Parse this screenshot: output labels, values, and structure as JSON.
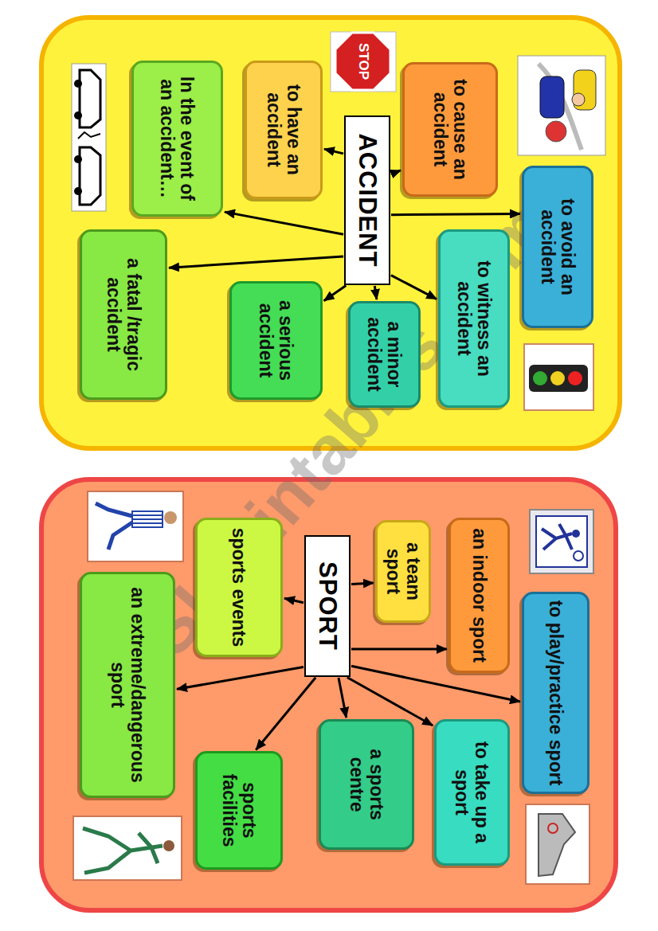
{
  "diagram": {
    "nodes": [
      {
        "text": [
          "ACCIDENT"
        ]
      },
      {
        "text": [
          "to cause an accident"
        ]
      },
      {
        "text": [
          "to have an accident"
        ]
      },
      {
        "text": [
          "In the event of an accident…"
        ]
      },
      {
        "text": [
          "a fatal /tragic accident"
        ]
      },
      {
        "text": [
          "a serious accident"
        ]
      },
      {
        "text": [
          "a minor accident"
        ]
      },
      {
        "text": [
          "to witness an accident"
        ]
      },
      {
        "text": [
          "to avoid an accident"
        ]
      },
      {
        "text": [
          "SPORT"
        ]
      },
      {
        "text": [
          "a team sport"
        ]
      },
      {
        "text": [
          "an indoor sport"
        ]
      },
      {
        "text": [
          "to play/practice sport"
        ]
      },
      {
        "text": [
          "to take up a sport"
        ]
      },
      {
        "text": [
          "a sports centre"
        ]
      },
      {
        "text": [
          "sports facilities"
        ]
      },
      {
        "text": [
          "an extreme/dangerous sport"
        ]
      },
      {
        "text": [
          "sports events"
        ]
      }
    ],
    "edges": [
      {
        "from": 0,
        "to": 1,
        "arrow": "to"
      },
      {
        "from": 0,
        "to": 2,
        "arrow": "to"
      },
      {
        "from": 0,
        "to": 3,
        "arrow": "to"
      },
      {
        "from": 0,
        "to": 4,
        "arrow": "to"
      },
      {
        "from": 0,
        "to": 5,
        "arrow": "to"
      },
      {
        "from": 0,
        "to": 6,
        "arrow": "to"
      },
      {
        "from": 0,
        "to": 7,
        "arrow": "to"
      },
      {
        "from": 0,
        "to": 8,
        "arrow": "to"
      },
      {
        "from": 9,
        "to": 10,
        "arrow": "to"
      },
      {
        "from": 9,
        "to": 11,
        "arrow": "to"
      },
      {
        "from": 9,
        "to": 12,
        "arrow": "to"
      },
      {
        "from": 9,
        "to": 13,
        "arrow": "to"
      },
      {
        "from": 9,
        "to": 14,
        "arrow": "to"
      },
      {
        "from": 9,
        "to": 15,
        "arrow": "to"
      },
      {
        "from": 9,
        "to": 16,
        "arrow": "to"
      },
      {
        "from": 9,
        "to": 17,
        "arrow": "to"
      }
    ],
    "labels": [
      "STOP",
      "ESLprintables.com"
    ]
  }
}
